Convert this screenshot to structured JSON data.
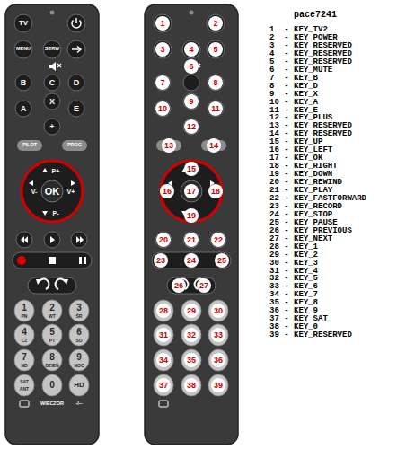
{
  "diagram": {
    "title": "pace7241",
    "labels": [
      "1  - KEY_TV2",
      "2  - KEY_POWER",
      "3  - KEY_RESERVED",
      "4  - KEY_RESERVED",
      "5  - KEY_RESERVED",
      "6  - KEY_MUTE",
      "7  - KEY_B",
      "8  - KEY_D",
      "9  - KEY_X",
      "10 - KEY_A",
      "11 - KEY_E",
      "12 - KEY_PLUS",
      "13 - KEY_RESERVED",
      "14 - KEY_RESERVED",
      "15 - KEY_UP",
      "16 - KEY_LEFT",
      "17 - KEY_OK",
      "18 - KEY_RIGHT",
      "19 - KEY_DOWN",
      "20 - KEY_REWIND",
      "21 - KEY_PLAY",
      "22 - KEY_FASTFORWARD",
      "23 - KEY_RECORD",
      "24 - KEY_STOP",
      "25 - KEY_PAUSE",
      "26 - KEY_PREVIOUS",
      "27 - KEY_NEXT",
      "28 - KEY_1",
      "29 - KEY_2",
      "30 - KEY_3",
      "31 - KEY_4",
      "32 - KEY_5",
      "33 - KEY_6",
      "34 - KEY_7",
      "35 - KEY_8",
      "36 - KEY_9",
      "37 - KEY_SAT",
      "38 - KEY_0",
      "39 - KEY_RESERVED",
      "TV",
      "MENU",
      "SERW",
      "B",
      "C",
      "D",
      "A",
      "X",
      "E",
      "+",
      "PILOT",
      "PROG",
      "P+",
      "V-",
      "OK",
      "V+",
      "P-",
      "1",
      "PN",
      "2",
      "WT",
      "3",
      "ŚR",
      "4",
      "CZ",
      "5",
      "PT",
      "6",
      "SO",
      "7",
      "ND",
      "8",
      "DZIEŃ",
      "9",
      "NOC",
      "SAT",
      "ANT",
      "0",
      "HD",
      "WIECZÓR",
      "-/--",
      "1",
      "2",
      "3",
      "4",
      "5",
      "6",
      "7",
      "8",
      "9",
      "10",
      "11",
      "12",
      "13",
      "14",
      "15",
      "16",
      "17",
      "18",
      "19",
      "20",
      "21",
      "22",
      "23",
      "24",
      "25",
      "26",
      "27",
      "28",
      "29",
      "30",
      "31",
      "32",
      "33",
      "34",
      "35",
      "36",
      "37",
      "38",
      "39"
    ]
  }
}
